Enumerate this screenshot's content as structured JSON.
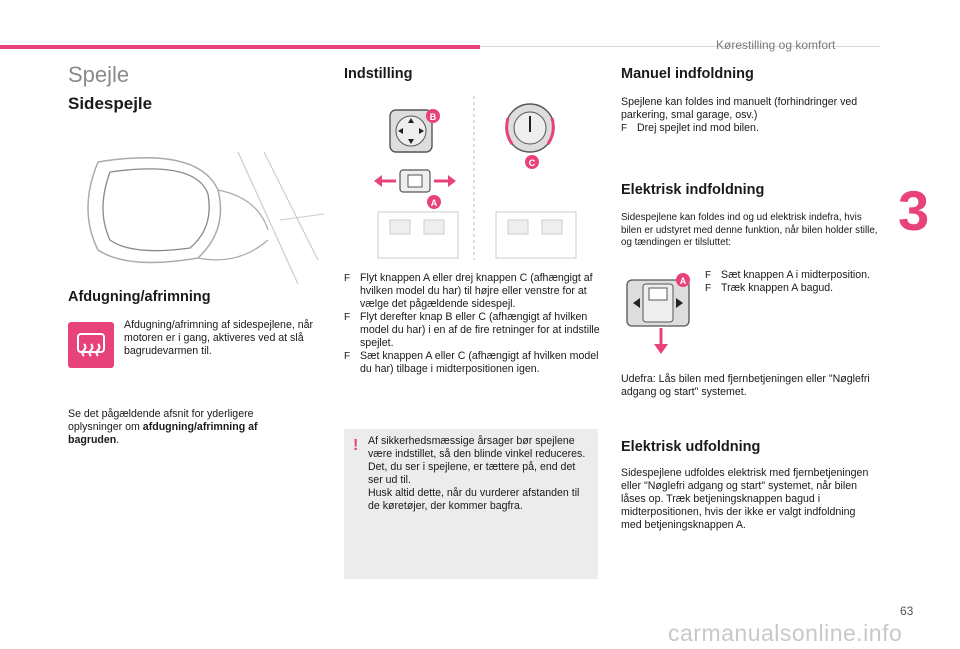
{
  "header": {
    "title": "Kørestilling og komfort"
  },
  "chapter": "3",
  "page_number": "63",
  "watermark": "carmanualsonline.info",
  "col1": {
    "section_title": "Spejle",
    "subtitle": "Sidespejle",
    "defrost_title": "Afdugning/afrimning",
    "defrost_text": "Afdugning/afrimning af sidespejlene, når motoren er i gang, aktiveres ved at slå bagrudevarmen til.",
    "ref_text_1": "Se det pågældende afsnit for yderligere oplysninger om ",
    "ref_bold": "afdugning/afrimning af bagruden",
    "ref_text_2": "."
  },
  "col2": {
    "title": "Indstilling",
    "labels": {
      "a": "A",
      "b": "B",
      "c": "C"
    },
    "steps": [
      "Flyt knappen A eller drej knappen C (afhængigt af hvilken model du har) til højre eller venstre for at vælge det pågældende sidespejl.",
      "Flyt derefter knap B eller C (afhængigt af hvilken model du har) i en af de fire retninger for at indstille spejlet.",
      "Sæt knappen A eller C (afhængigt af hvilken model du har) tilbage i midterpositionen igen."
    ],
    "bullet_mark": "F",
    "warning": "Af sikkerhedsmæssige årsager bør spejlene være indstillet, så den blinde vinkel reduceres.\nDet, du ser i spejlene, er tættere på, end det ser ud til.\nHusk altid dette, når du vurderer afstanden til de køretøjer, der kommer bagfra."
  },
  "col3": {
    "manual_title": "Manuel indfoldning",
    "manual_text": "Spejlene kan foldes ind manuelt (forhindringer ved parkering, smal garage, osv.)",
    "manual_step": "Drej spejlet ind mod bilen.",
    "electric_in_title": "Elektrisk indfoldning",
    "electric_in_text": "Sidespejlene kan foldes ind og ud elektrisk indefra, hvis bilen er udstyret med denne funktion, når bilen holder stille, og tændingen er tilsluttet:",
    "electric_in_steps": [
      "Sæt knappen A i midterposition.",
      "Træk knappen A bagud."
    ],
    "electric_in_note": "Udefra: Lås bilen med fjernbetjeningen eller \"Nøglefri adgang og start\" systemet.",
    "electric_out_title": "Elektrisk udfoldning",
    "electric_out_text": "Sidespejlene udfoldes elektrisk med fjernbetjeningen eller \"Nøglefri adgang og start\" systemet, når bilen låses op. Træk betjeningsknappen bagud i midterpositionen, hvis der ikke er valgt indfoldning med betjeningsknappen A."
  },
  "colors": {
    "accent": "#e8427a",
    "gray_text": "#8a8a8a",
    "warning_bg": "#ececec"
  }
}
